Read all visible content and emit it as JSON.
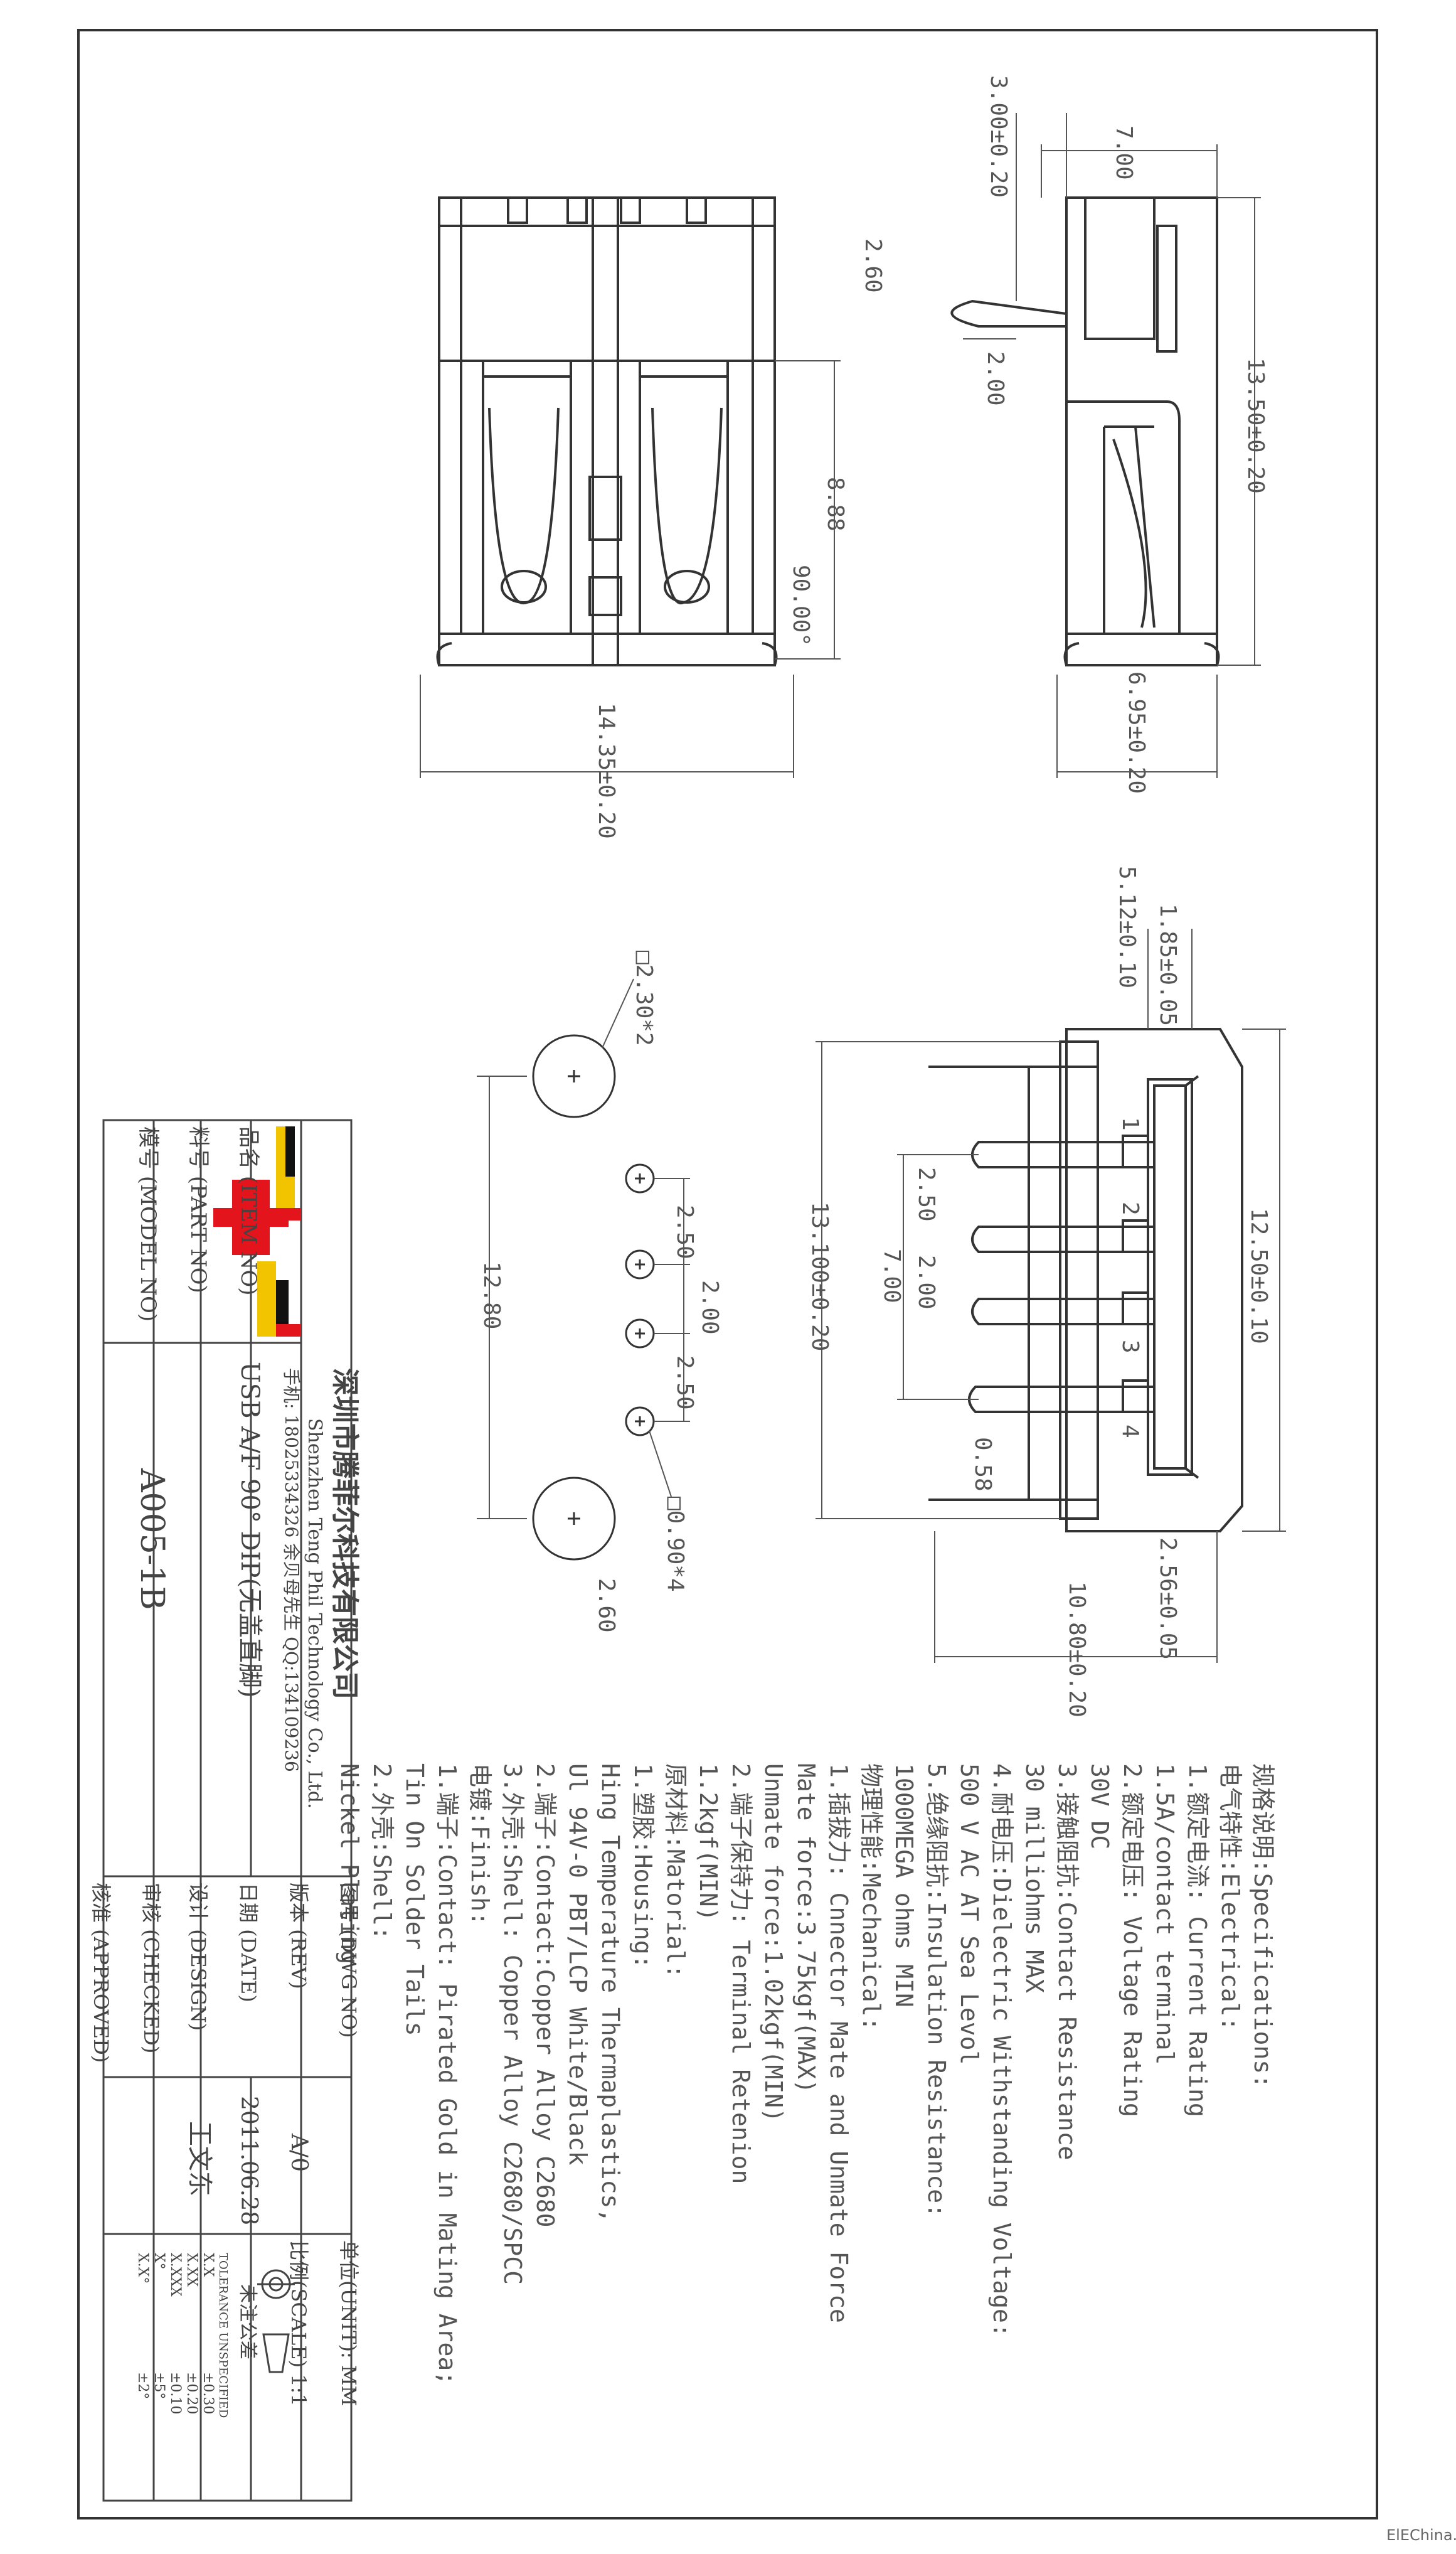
{
  "watermark": "ElEChina.com",
  "top_view_dims": {
    "d1": "3.00±0.20",
    "d2": "7.00",
    "d3": "2.60",
    "d4": "2.00",
    "d5": "8.88",
    "d6": "90.00°",
    "d7": "14.35±0.20",
    "d8": "13.50±0.20",
    "d9": "6.95±0.20"
  },
  "pcb_dims": {
    "square_large": "□2.30*2",
    "pitch_a": "2.50",
    "pitch_b": "2.00",
    "pitch_c": "2.50",
    "span": "12.80",
    "square_small": "□0.90*4",
    "edge": "2.60"
  },
  "front_view_dims": {
    "a": "1.85±0.05",
    "b": "5.12±0.10",
    "c": "2.50",
    "d": "2.00",
    "e": "7.00",
    "f": "13.100±0.20",
    "g": "12.50±0.10",
    "h": "0.58",
    "i": "2.56±0.05",
    "j": "10.80±0.20",
    "pin1": "1",
    "pin2": "2",
    "pin3": "3",
    "pin4": "4"
  },
  "specs": [
    "规格说明:Specifications:",
    "电气特性:Electrical:",
    "  1.额定电流: Current Rating",
    "      1.5A/contact terminal",
    "  2.额定电压: Voltage Rating",
    "      30V DC",
    "  3.接触阻抗:Contact Resistance",
    "      30 milliohms MAX",
    "  4.耐电压:Dielectric Withstanding Voltage:",
    "      500 V AC AT Sea Levol",
    "  5.绝缘阻抗:Insulation Resistance:",
    "      1000MEGA ohms MIN",
    "物理性能:Mechanical:",
    "  1.插拔力: Cnnector Mate and Unmate Force",
    "      Mate force:3.75kgf(MAX)",
    "      Unmate force:1.02kgf(MIN)",
    "  2.端子保持力: Terminal Retenion",
    "      1.2kgf(MIN)",
    "原材料:Matorial:",
    "  1.塑胶:Housing:",
    "      Hing Temperature Thermaplastics,",
    "      Ul 94V-0  PBT/LCP White/Black",
    "  2.端子:Contact:Copper Alloy C2680",
    "  3.外壳:Shell: Copper Alloy C2680/SPCC",
    "电镀:Finish:",
    "  1.端子:Contact: Pirated Gold in Mating Area;",
    "       Tin On Solder Tails",
    "  2.外壳:Shell:",
    "       Nickel Plating"
  ],
  "title_block": {
    "company_cn": "深圳市腾菲尔科技有限公司",
    "company_en": "Shenzhen Teng Phil Technology Co., Ltd.",
    "contact": "手机: 18025334326 余贝母先生  QQ:134109236",
    "item_label": "品名 (ITEM NO)",
    "item_value": "USB A/F 90° DIP(无盖直脚)",
    "part_label": "料号 (PART NO)",
    "part_value": "",
    "model_label": "模号 (MODEL NO)",
    "model_value": "A005-1B",
    "dwg_label": "图号 (DWG NO)",
    "dwg_value": "",
    "unit_label": "单位(UNIT): MM",
    "rev_label": "版本 (REV)",
    "rev_value": "A/0",
    "scale_label": "比例(SCALE) 1:1",
    "date_label": "日期 (DATE)",
    "date_value": "2011.06.28",
    "design_label": "设计 (DESIGN)",
    "design_value": "王文东",
    "checked_label": "审核 (CHECKED)",
    "checked_value": "",
    "approved_label": "核准 (APPROVED)",
    "approved_value": "",
    "tolerance_title": "未注公差",
    "tolerance_sub": "TOLERANCE UNSPECIFIED",
    "tol_rows": [
      [
        "X.X",
        "±0.30"
      ],
      [
        "X.XX",
        "±0.20"
      ],
      [
        "X.XXX",
        "±0.10"
      ],
      [
        "X°",
        "±5°"
      ],
      [
        "X.X°",
        "±2°"
      ]
    ]
  },
  "colors": {
    "logo_yellow": "#f2c400",
    "logo_red": "#e3141b",
    "logo_black": "#111111",
    "line": "#444444"
  }
}
